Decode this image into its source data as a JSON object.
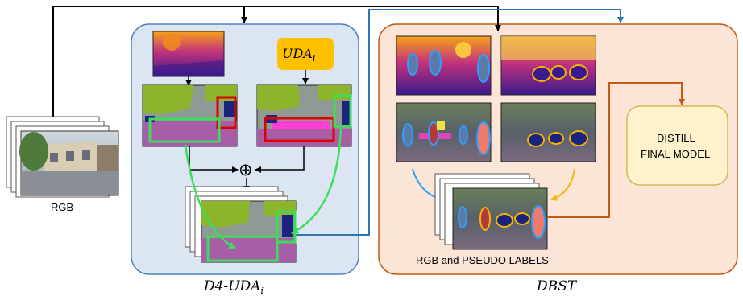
{
  "labels": {
    "rgb": "RGB",
    "uda": "UDA",
    "uda_sub": "i",
    "d4_prefix": "D4-UDA",
    "d4_sub": "i",
    "dbst": "DBST",
    "distill_line1": "DISTILL",
    "distill_line2": "FINAL MODEL",
    "pseudo": "RGB and PSEUDO LABELS",
    "plus": "⊕"
  },
  "colors": {
    "d4_panel_fill": "#dce6f2",
    "d4_panel_stroke": "#4f81bd",
    "dbst_panel_fill": "#fbe5d6",
    "dbst_panel_stroke": "#c55a11",
    "uda_box": "#ffc000",
    "distill_fill": "#fff2cc",
    "distill_stroke": "#d6b656",
    "blue_arrow": "#2e75b6",
    "orange_arrow": "#c55a11",
    "green": "#3ddc5a",
    "red": "#e00000"
  }
}
